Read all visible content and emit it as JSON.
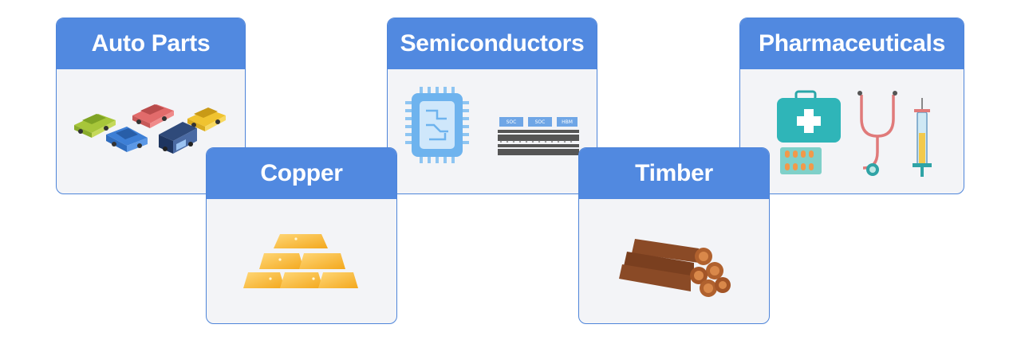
{
  "cards": {
    "auto_parts": {
      "title": "Auto Parts",
      "icon": "cars-icon"
    },
    "semiconductors": {
      "title": "Semiconductors",
      "icon": "chip-icon",
      "diagram_labels": {
        "soc_1": "SOC",
        "soc_2": "SOC",
        "hbm": "HBM"
      }
    },
    "pharmaceuticals": {
      "title": "Pharmaceuticals",
      "icon": "medical-kit-icon"
    },
    "copper": {
      "title": "Copper",
      "icon": "copper-bars-icon"
    },
    "timber": {
      "title": "Timber",
      "icon": "logs-icon"
    }
  },
  "colors": {
    "header": "#5189e0",
    "border": "#4d84d9",
    "card_bg": "#f3f4f7"
  }
}
